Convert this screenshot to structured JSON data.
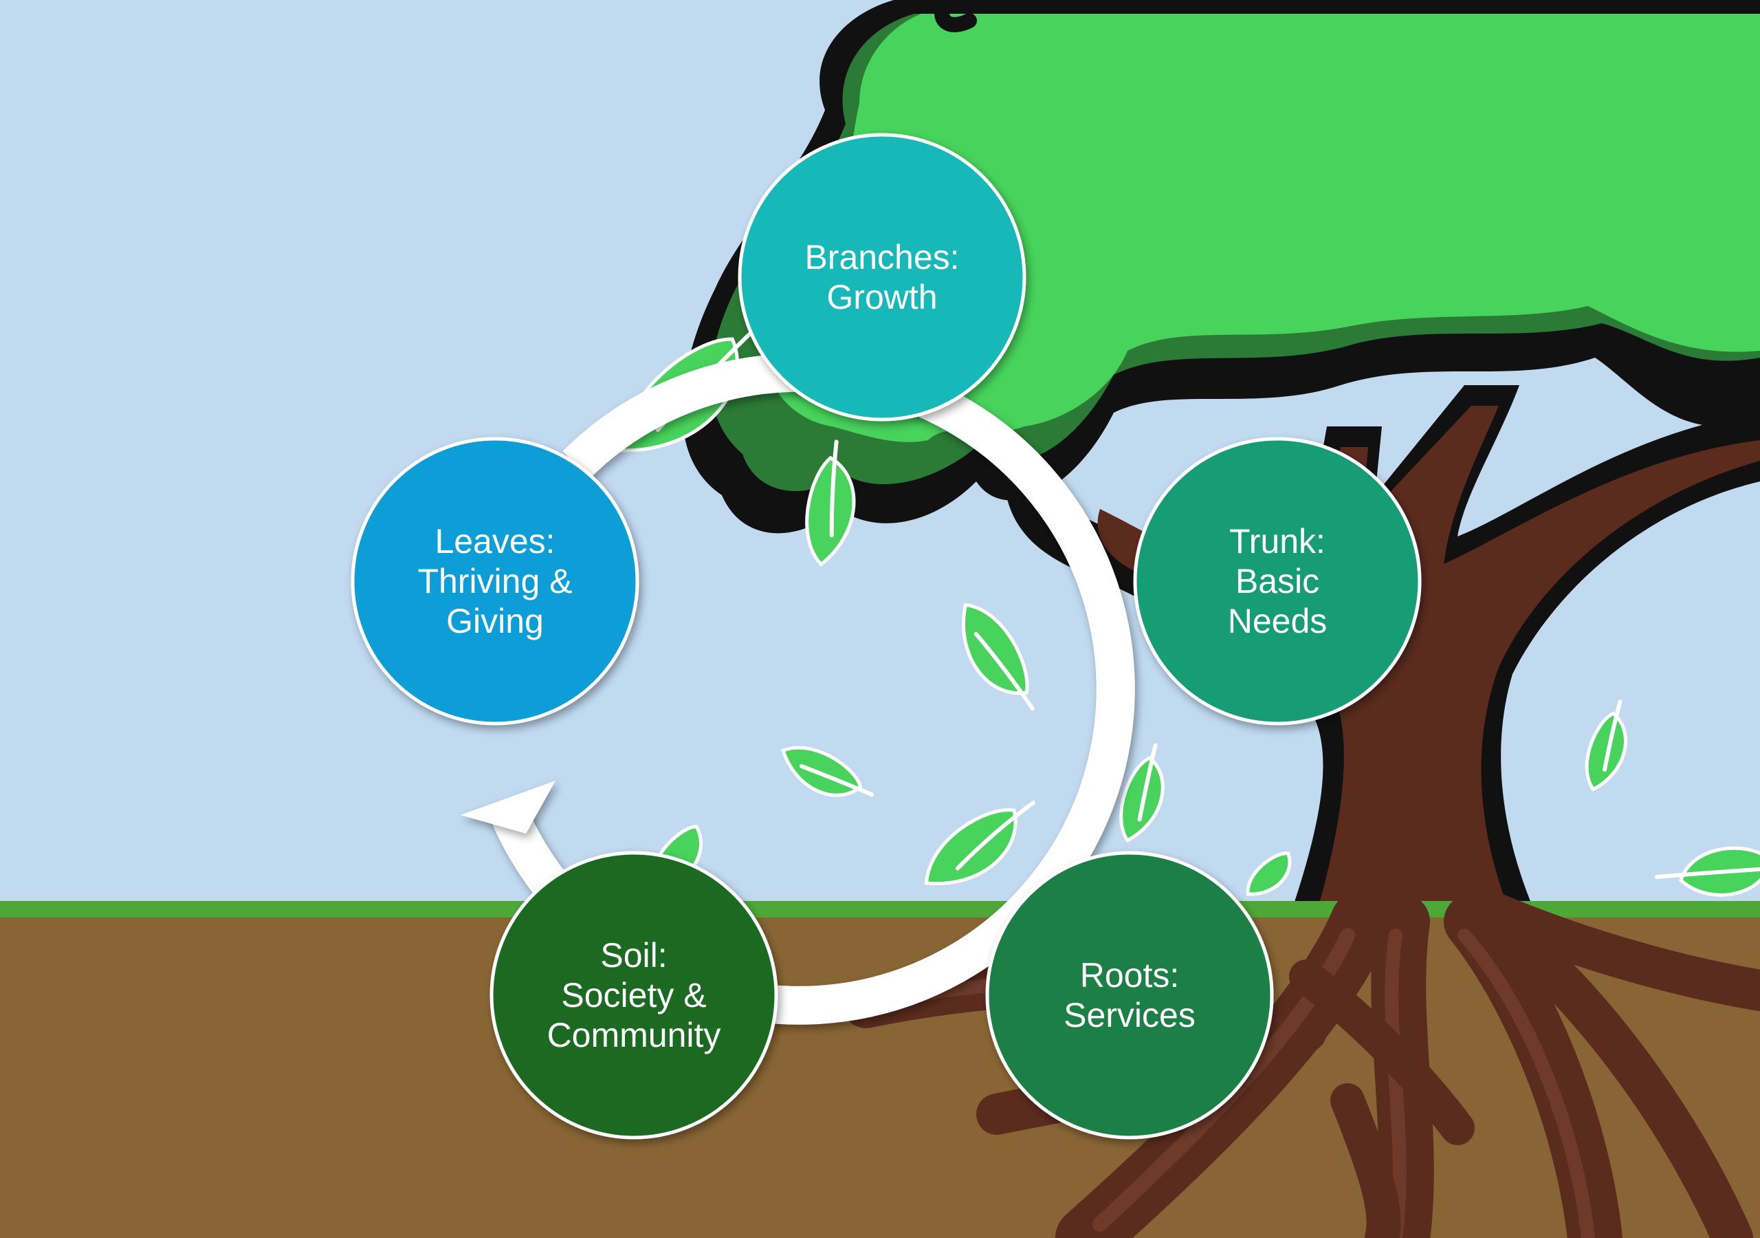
{
  "diagram": {
    "type": "cycle",
    "nodes": [
      {
        "id": "branches",
        "line1": "Branches:",
        "line2": "Growth",
        "line3": "",
        "color": "#17b8b8"
      },
      {
        "id": "trunk",
        "line1": "Trunk:",
        "line2": "Basic",
        "line3": "Needs",
        "color": "#179d74"
      },
      {
        "id": "roots",
        "line1": "Roots:",
        "line2": "Services",
        "line3": "",
        "color": "#1b7f44"
      },
      {
        "id": "soil",
        "line1": "Soil:",
        "line2": "Society &",
        "line3": "Community",
        "color": "#1b6a24"
      },
      {
        "id": "leaves",
        "line1": "Leaves:",
        "line2": "Thriving &",
        "line3": "Giving",
        "color": "#109ed8"
      }
    ],
    "flow_direction": "counter-clockwise"
  },
  "colors": {
    "sky": "#c1daf0",
    "foliage": "#47d35c",
    "foliage_shadow": "#2b7a35",
    "outline": "#111111",
    "trunk": "#5b2b1e",
    "root_highlight": "#6e3a2a",
    "soil": "#896535",
    "grass": "#4ea837",
    "leaf": "#47d35c",
    "arrow": "#ffffff"
  }
}
